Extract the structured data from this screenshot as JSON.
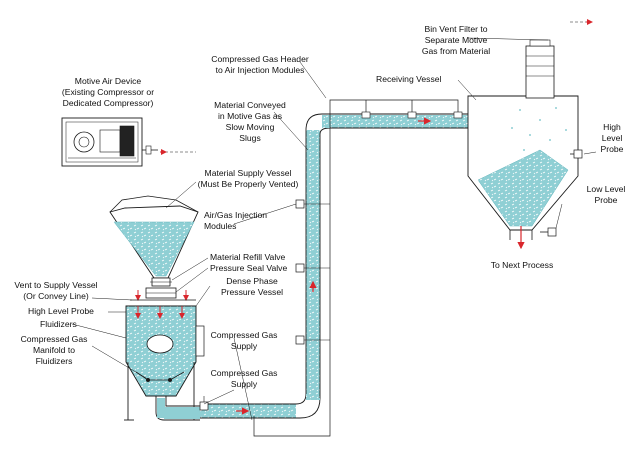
{
  "labels": {
    "motive_air_device": [
      "Motive Air Device",
      "(Existing Compressor or",
      "Dedicated Compressor)"
    ],
    "bin_vent_filter": [
      "Bin Vent Filter to",
      "Separate Motive",
      "Gas from Material"
    ],
    "compressed_gas_header": [
      "Compressed Gas Header",
      "to Air Injection Modules"
    ],
    "receiving_vessel": [
      "Receiving Vessel"
    ],
    "material_conveyed": [
      "Material Conveyed",
      "in Motive Gas as",
      "Slow Moving",
      "Slugs"
    ],
    "high_level_probe_right": [
      "High",
      "Level",
      "Probe"
    ],
    "material_supply_vessel": [
      "Material Supply Vessel",
      "(Must Be Properly Vented)"
    ],
    "air_gas_injection": [
      "Air/Gas Injection",
      "Modules"
    ],
    "low_level_probe": [
      "Low Level",
      "Probe"
    ],
    "material_refill_valve": [
      "Material Refill Valve"
    ],
    "pressure_seal_valve": [
      "Pressure Seal Valve"
    ],
    "to_next_process": [
      "To Next Process"
    ],
    "vent_to_supply": [
      "Vent to Supply Vessel",
      "(Or Convey Line)"
    ],
    "dense_phase": [
      "Dense Phase",
      "Pressure Vessel"
    ],
    "high_level_probe_left": [
      "High Level Probe"
    ],
    "fluidizers": [
      "Fluidizers"
    ],
    "compressed_gas_manifold": [
      "Compressed Gas",
      "Manifold to",
      "Fluidizers"
    ],
    "compressed_gas_supply_1": [
      "Compressed Gas",
      "Supply"
    ],
    "compressed_gas_supply_2": [
      "Compressed Gas",
      "Supply"
    ]
  },
  "colors": {
    "material": "#8fcfd4",
    "material_dark": "#5fb3bb",
    "line": "#1a1a1a",
    "arrow": "#d9262c"
  }
}
